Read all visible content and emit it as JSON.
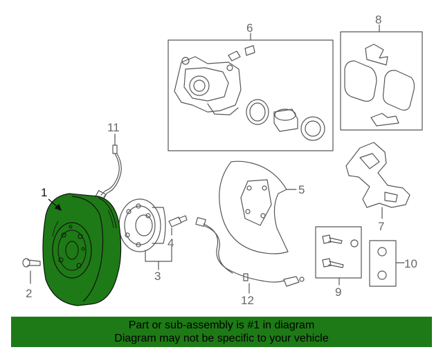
{
  "callouts": {
    "c1": "1",
    "c2": "2",
    "c3": "3",
    "c4": "4",
    "c5": "5",
    "c6": "6",
    "c7": "7",
    "c8": "8",
    "c9": "9",
    "c10": "10",
    "c11": "11",
    "c12": "12"
  },
  "banner": {
    "line1": "Part or sub-assembly is #1 in diagram",
    "line2": "Diagram may not be specific to your vehicle"
  },
  "colors": {
    "highlight": "#1e7a16",
    "line": "#555555",
    "label": "#666666"
  }
}
